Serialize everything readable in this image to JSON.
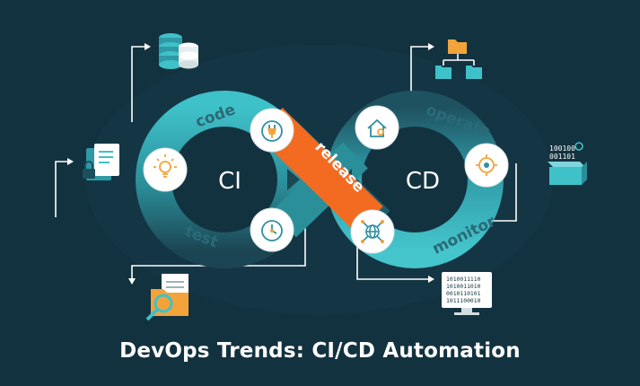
{
  "diagram": {
    "loop": {
      "left_label": "CI",
      "right_label": "CD",
      "center_label": "release",
      "stages": [
        "code",
        "test",
        "operate",
        "monitor"
      ]
    },
    "binary_box_1": "100100",
    "binary_box_2": "001101",
    "binary_screen": [
      "1010011110",
      "1010011010",
      "0010110101",
      "1011100010"
    ],
    "colors": {
      "background": "#13323f",
      "teal": "#3fc1c9",
      "teal_dark": "#1e5e6c",
      "orange": "#f26b21",
      "icon_orange": "#f2a33a",
      "icon_teal": "#2f8fa1"
    }
  },
  "title": "DevOps Trends: CI/CD Automation"
}
